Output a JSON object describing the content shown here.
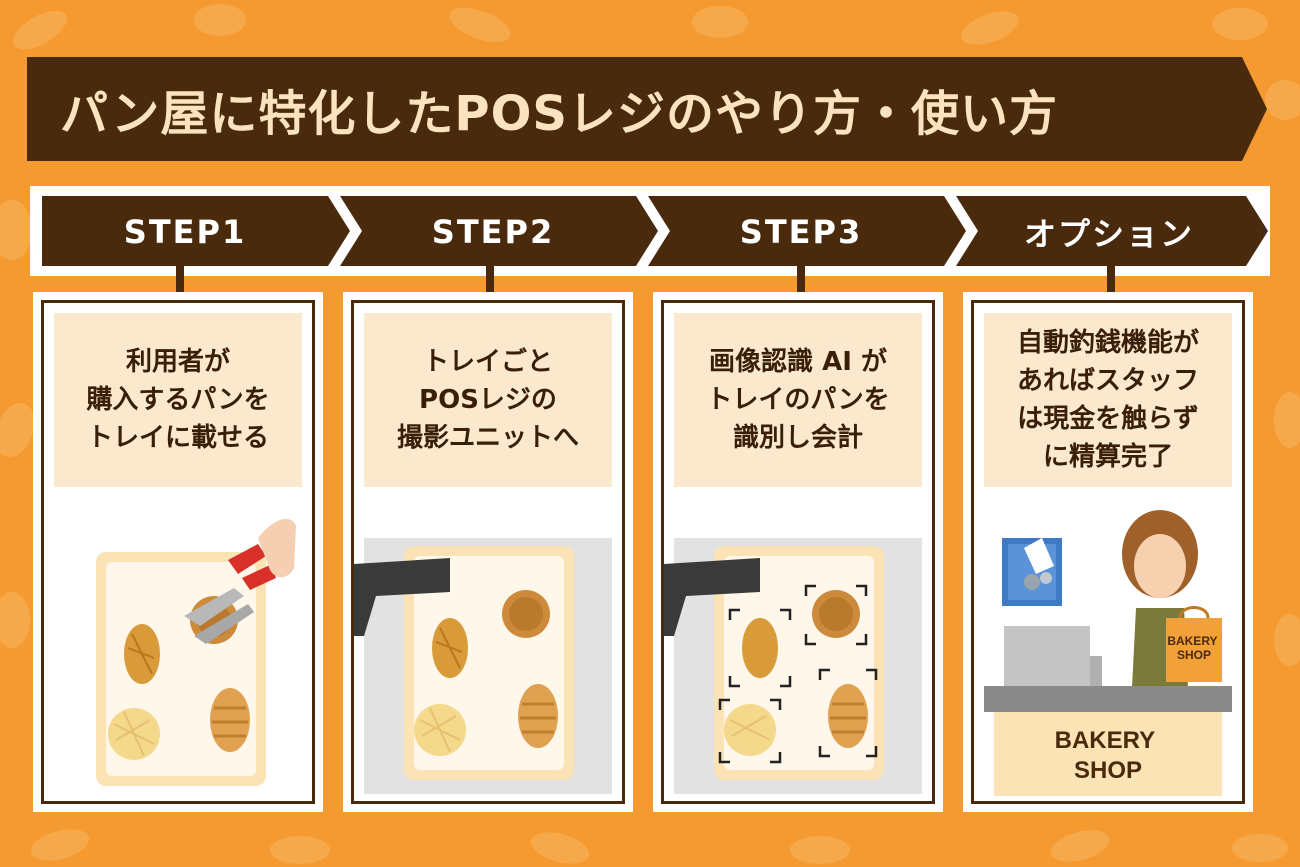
{
  "title": "パン屋に特化したPOSレジのやり方・使い方",
  "steps": [
    {
      "label": "STEP1",
      "description": "利用者が\n購入するパンを\nトレイに載せる"
    },
    {
      "label": "STEP2",
      "description": "トレイごと\nPOSレジの\n撮影ユニットへ"
    },
    {
      "label": "STEP3",
      "description": "画像認識 AI が\nトレイのパンを\n識別し会計"
    },
    {
      "label": "オプション",
      "description": "自動釣銭機能が\nあればスタッフ\nは現金を触らず\nに精算完了"
    }
  ],
  "illustrations": {
    "bag_label": "BAKERY\nSHOP",
    "counter_label": "BAKERY\nSHOP"
  },
  "colors": {
    "background": "#f59a30",
    "banner": "#4a2a0c",
    "title_text": "#fbe3c0",
    "description_bg": "#fbe9cd"
  },
  "icons": [
    "bread-pattern",
    "tongs-hand-icon",
    "camera-unit-icon",
    "scan-bracket-icon",
    "cash-machine-icon",
    "cashier-icon"
  ]
}
